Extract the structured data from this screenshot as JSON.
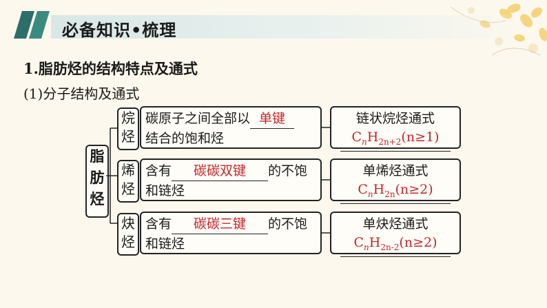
{
  "header": {
    "title": "必备知识•梳理"
  },
  "section1": {
    "num": "1",
    "text": ".脂肪烃的结构特点及通式"
  },
  "section2": {
    "text": "(1)分子结构及通式"
  },
  "main_label": [
    "脂",
    "肪",
    "烃"
  ],
  "rows": [
    {
      "cat": [
        "烷",
        "烃"
      ],
      "line1_pre": "碳原子之间全部以",
      "answer": "单键",
      "line1_post": "",
      "line2": "结合的饱和烃",
      "formula_label": "链状烷烃通式",
      "formula": {
        "c": "C",
        "n1": "n",
        "h": "H",
        "sub": "2n+2",
        "cond": "(n≥1)"
      }
    },
    {
      "cat": [
        "烯",
        "烃"
      ],
      "line1_pre": "含有",
      "answer": "碳碳双键",
      "line1_post": "的不饱",
      "line2": "和链烃",
      "formula_label": "单烯烃通式",
      "formula": {
        "c": "C",
        "n1": "n",
        "h": "H",
        "sub": "2n",
        "cond": "(n≥2)"
      }
    },
    {
      "cat": [
        "炔",
        "烃"
      ],
      "line1_pre": "含有",
      "answer": "碳碳三键",
      "line1_post": "的不饱",
      "line2": "和链烃",
      "formula_label": "单炔烃通式",
      "formula": {
        "c": "C",
        "n1": "n",
        "h": "H",
        "sub": "2n-2",
        "cond": "(n≥2)"
      }
    }
  ],
  "colors": {
    "answer": "#c0262b",
    "header_band": "#d9e7e6",
    "header_accent": "#2c6e68",
    "background": "#fdf8ee"
  }
}
